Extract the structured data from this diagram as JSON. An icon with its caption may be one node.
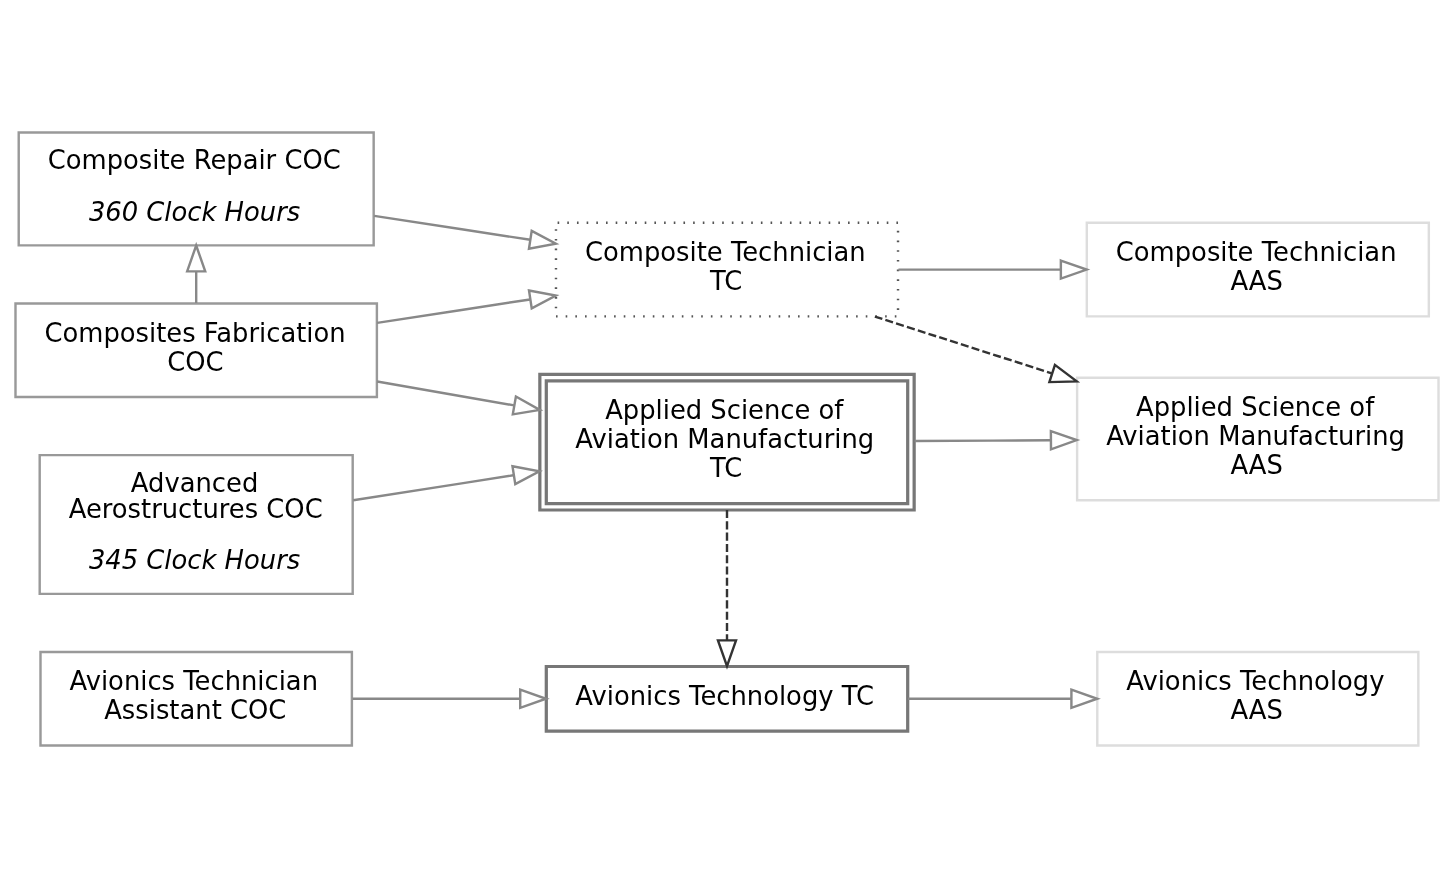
{
  "diagram": {
    "nodes": [
      {
        "text": [
          "Composite Repair COC",
          "360 Clock Hours"
        ]
      },
      {
        "text": [
          "Composites Fabrication COC"
        ]
      },
      {
        "text": [
          "Advanced Aerostructures COC",
          "345 Clock Hours"
        ]
      },
      {
        "text": [
          "Avionics Technician Assistant COC"
        ]
      },
      {
        "text": [
          "Composite Technician TC"
        ]
      },
      {
        "text": [
          "Applied Science of Aviation Manufacturing TC"
        ]
      },
      {
        "text": [
          "Avionics Technology TC"
        ]
      },
      {
        "text": [
          "Composite Technician AAS"
        ]
      },
      {
        "text": [
          "Applied Science of Aviation Manufacturing AAS"
        ]
      },
      {
        "text": [
          "Avionics Technology AAS"
        ]
      }
    ],
    "edges": [
      {
        "from": 0,
        "to": 4,
        "arrow": "to"
      },
      {
        "from": 1,
        "to": 0,
        "arrow": "to"
      },
      {
        "from": 1,
        "to": 4,
        "arrow": "to"
      },
      {
        "from": 1,
        "to": 5,
        "arrow": "to"
      },
      {
        "from": 2,
        "to": 5,
        "arrow": "to"
      },
      {
        "from": 3,
        "to": 6,
        "arrow": "to"
      },
      {
        "from": 4,
        "to": 7,
        "arrow": "to"
      },
      {
        "from": 4,
        "to": 8,
        "arrow": "to",
        "style": "dashed"
      },
      {
        "from": 5,
        "to": 8,
        "arrow": "to"
      },
      {
        "from": 5,
        "to": 6,
        "arrow": "to",
        "style": "dashed"
      },
      {
        "from": 6,
        "to": 9,
        "arrow": "to"
      }
    ]
  }
}
